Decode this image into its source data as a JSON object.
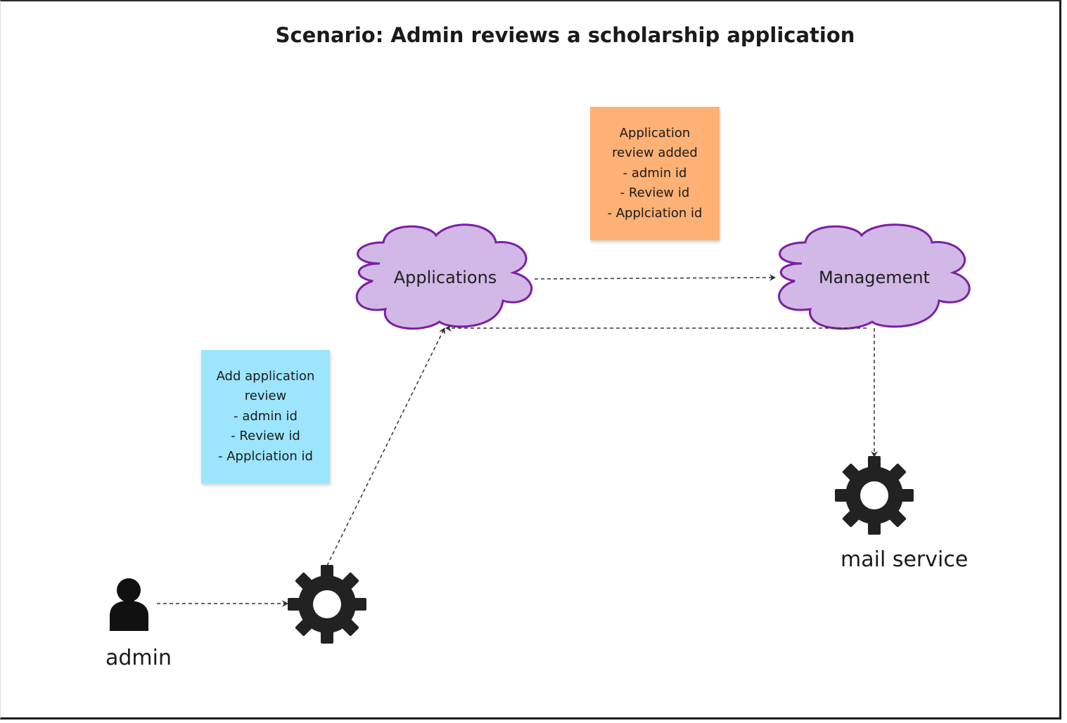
{
  "diagram": {
    "title": "Scenario: Admin reviews a scholarship application",
    "nodes": {
      "applications": {
        "label": "Applications",
        "shape": "cloud"
      },
      "management": {
        "label": "Management",
        "shape": "cloud"
      },
      "admin": {
        "label": "admin",
        "icon": "person-icon"
      },
      "mail_service": {
        "label": "mail service",
        "icon": "gear-icon"
      },
      "command_processor": {
        "icon": "gear-icon"
      }
    },
    "notes": {
      "event": {
        "text": "Application\nreview added\n- admin id\n- Review id\n- Applciation id"
      },
      "command": {
        "text": "Add application\nreview\n- admin id\n- Review id\n- Applciation id"
      }
    },
    "colors": {
      "event_note": "#fdb175",
      "command_note": "#9de5fc",
      "cloud_fill": "#d2b8e6",
      "cloud_stroke": "#7b1fa2",
      "icon": "#222222",
      "connector": "#333333"
    }
  }
}
